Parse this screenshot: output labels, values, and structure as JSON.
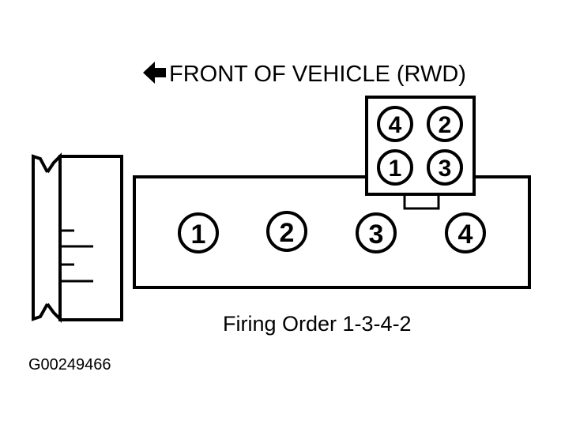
{
  "header": {
    "front_label": "FRONT OF VEHICLE (RWD)"
  },
  "engine": {
    "cylinders": [
      "1",
      "2",
      "3",
      "4"
    ]
  },
  "coil_pack": {
    "top_row": [
      "4",
      "2"
    ],
    "bottom_row": [
      "1",
      "3"
    ]
  },
  "firing_order_label": "Firing Order 1-3-4-2",
  "figure_code": "G00249466",
  "colors": {
    "ink": "#000000",
    "paper": "#ffffff"
  }
}
